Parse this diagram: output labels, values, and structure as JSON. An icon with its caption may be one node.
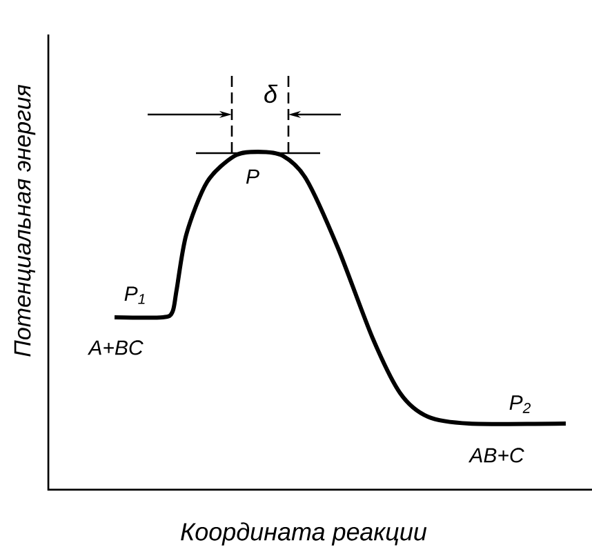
{
  "diagram": {
    "labels": [
      "Потенциальная энергия",
      "δ",
      "P",
      "P$_{1}$",
      "A+BC",
      "P$_{2}$",
      "AB+C",
      "Координата реакции"
    ]
  }
}
